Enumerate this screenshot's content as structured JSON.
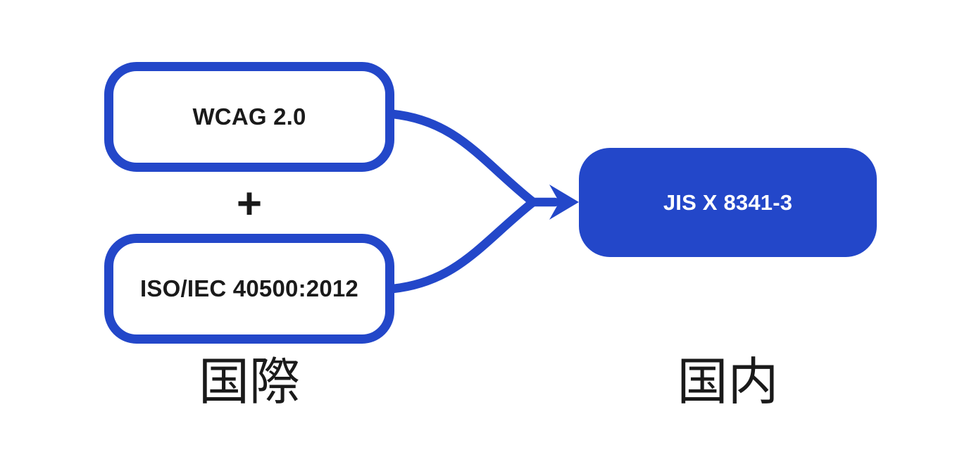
{
  "diagram": {
    "colors": {
      "accent_blue": "#2347C9",
      "text_dark": "#1A1A1A",
      "background": "#FFFFFF",
      "filled_node_text": "#FFFFFF"
    },
    "international_group": {
      "caption": "国際",
      "operator": "+",
      "nodes": [
        {
          "label": "WCAG 2.0"
        },
        {
          "label": "ISO/IEC 40500:2012"
        }
      ]
    },
    "domestic_group": {
      "caption": "国内",
      "node": {
        "label": "JIS X 8341-3"
      }
    },
    "relations": [
      {
        "from": "WCAG 2.0",
        "to": "JIS X 8341-3"
      },
      {
        "from": "ISO/IEC 40500:2012",
        "to": "JIS X 8341-3"
      }
    ]
  }
}
